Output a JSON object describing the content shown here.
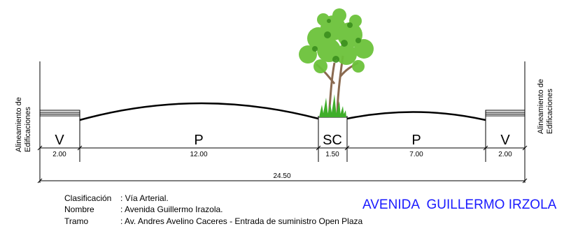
{
  "side_labels": {
    "left": [
      "Alineamiento de",
      "Edificaciones"
    ],
    "right": [
      "Alineamiento de",
      "Edificaciones"
    ]
  },
  "segments": [
    {
      "code": "V",
      "width": "2.00"
    },
    {
      "code": "P",
      "width": "12.00"
    },
    {
      "code": "SC",
      "width": "1.50"
    },
    {
      "code": "P",
      "width": "7.00"
    },
    {
      "code": "V",
      "width": "2.00"
    }
  ],
  "total_width": "24.50",
  "info": {
    "clasificacion_label": "Clasificación",
    "clasificacion_value": ": Vía Arterial.",
    "nombre_label": "Nombre",
    "nombre_value": ": Avenida Guillermo Irazola.",
    "tramo_label": "Tramo",
    "tramo_value": ": Av. Andres Avelino Caceres  -  Entrada de suministro Open Plaza"
  },
  "title": "AVENIDA  GUILLERMO IRZOLA",
  "colors": {
    "line": "#000000",
    "title": "#1a1aff",
    "tree_foliage": "#6cc23a",
    "tree_trunk": "#8a6a50",
    "grass": "#3fae2a"
  }
}
